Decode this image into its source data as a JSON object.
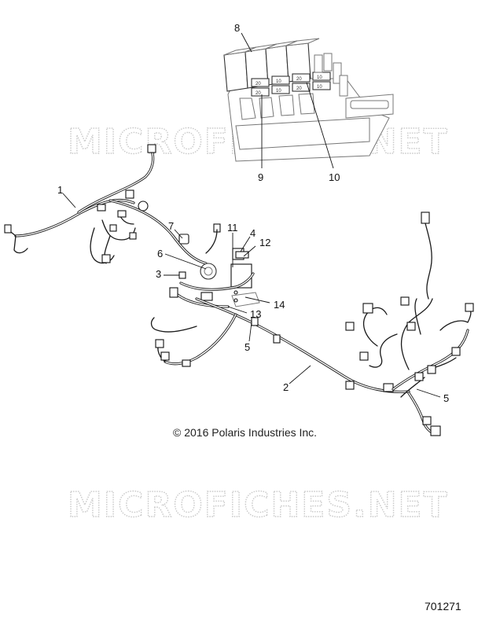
{
  "watermark": "MICROFICHES.NET",
  "copyright": "© 2016 Polaris Industries Inc.",
  "figure_number": "701271",
  "callouts": [
    "8",
    "9",
    "10",
    "1",
    "7",
    "11",
    "4",
    "12",
    "6",
    "3",
    "14",
    "13",
    "5",
    "2",
    "5"
  ],
  "fuse_labels": [
    "20",
    "20",
    "10",
    "10",
    "20",
    "20",
    "10",
    "10"
  ]
}
